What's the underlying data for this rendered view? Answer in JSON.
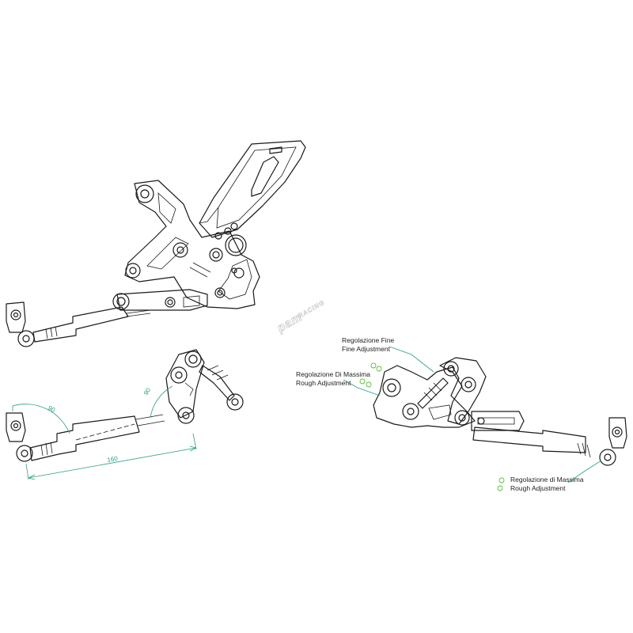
{
  "watermark": {
    "brand": "pam",
    "suffix": "RACING"
  },
  "dimensions": {
    "angle_left": "90",
    "angle_right": "90",
    "length": "160"
  },
  "callouts": {
    "fine": {
      "line1": "Regolazione Fine",
      "line2": "Fine Adjustment"
    },
    "rough_top": {
      "line1": "Regolazione Di Massima",
      "line2": "Rough Adjustment"
    },
    "rough_bottom": {
      "line1": "Regolazione di Massima",
      "line2": "Rough Adjustment"
    }
  },
  "colors": {
    "dimension": "#2e9c86",
    "indicator": "#5bbf3a",
    "line": "#1a1a1a"
  }
}
